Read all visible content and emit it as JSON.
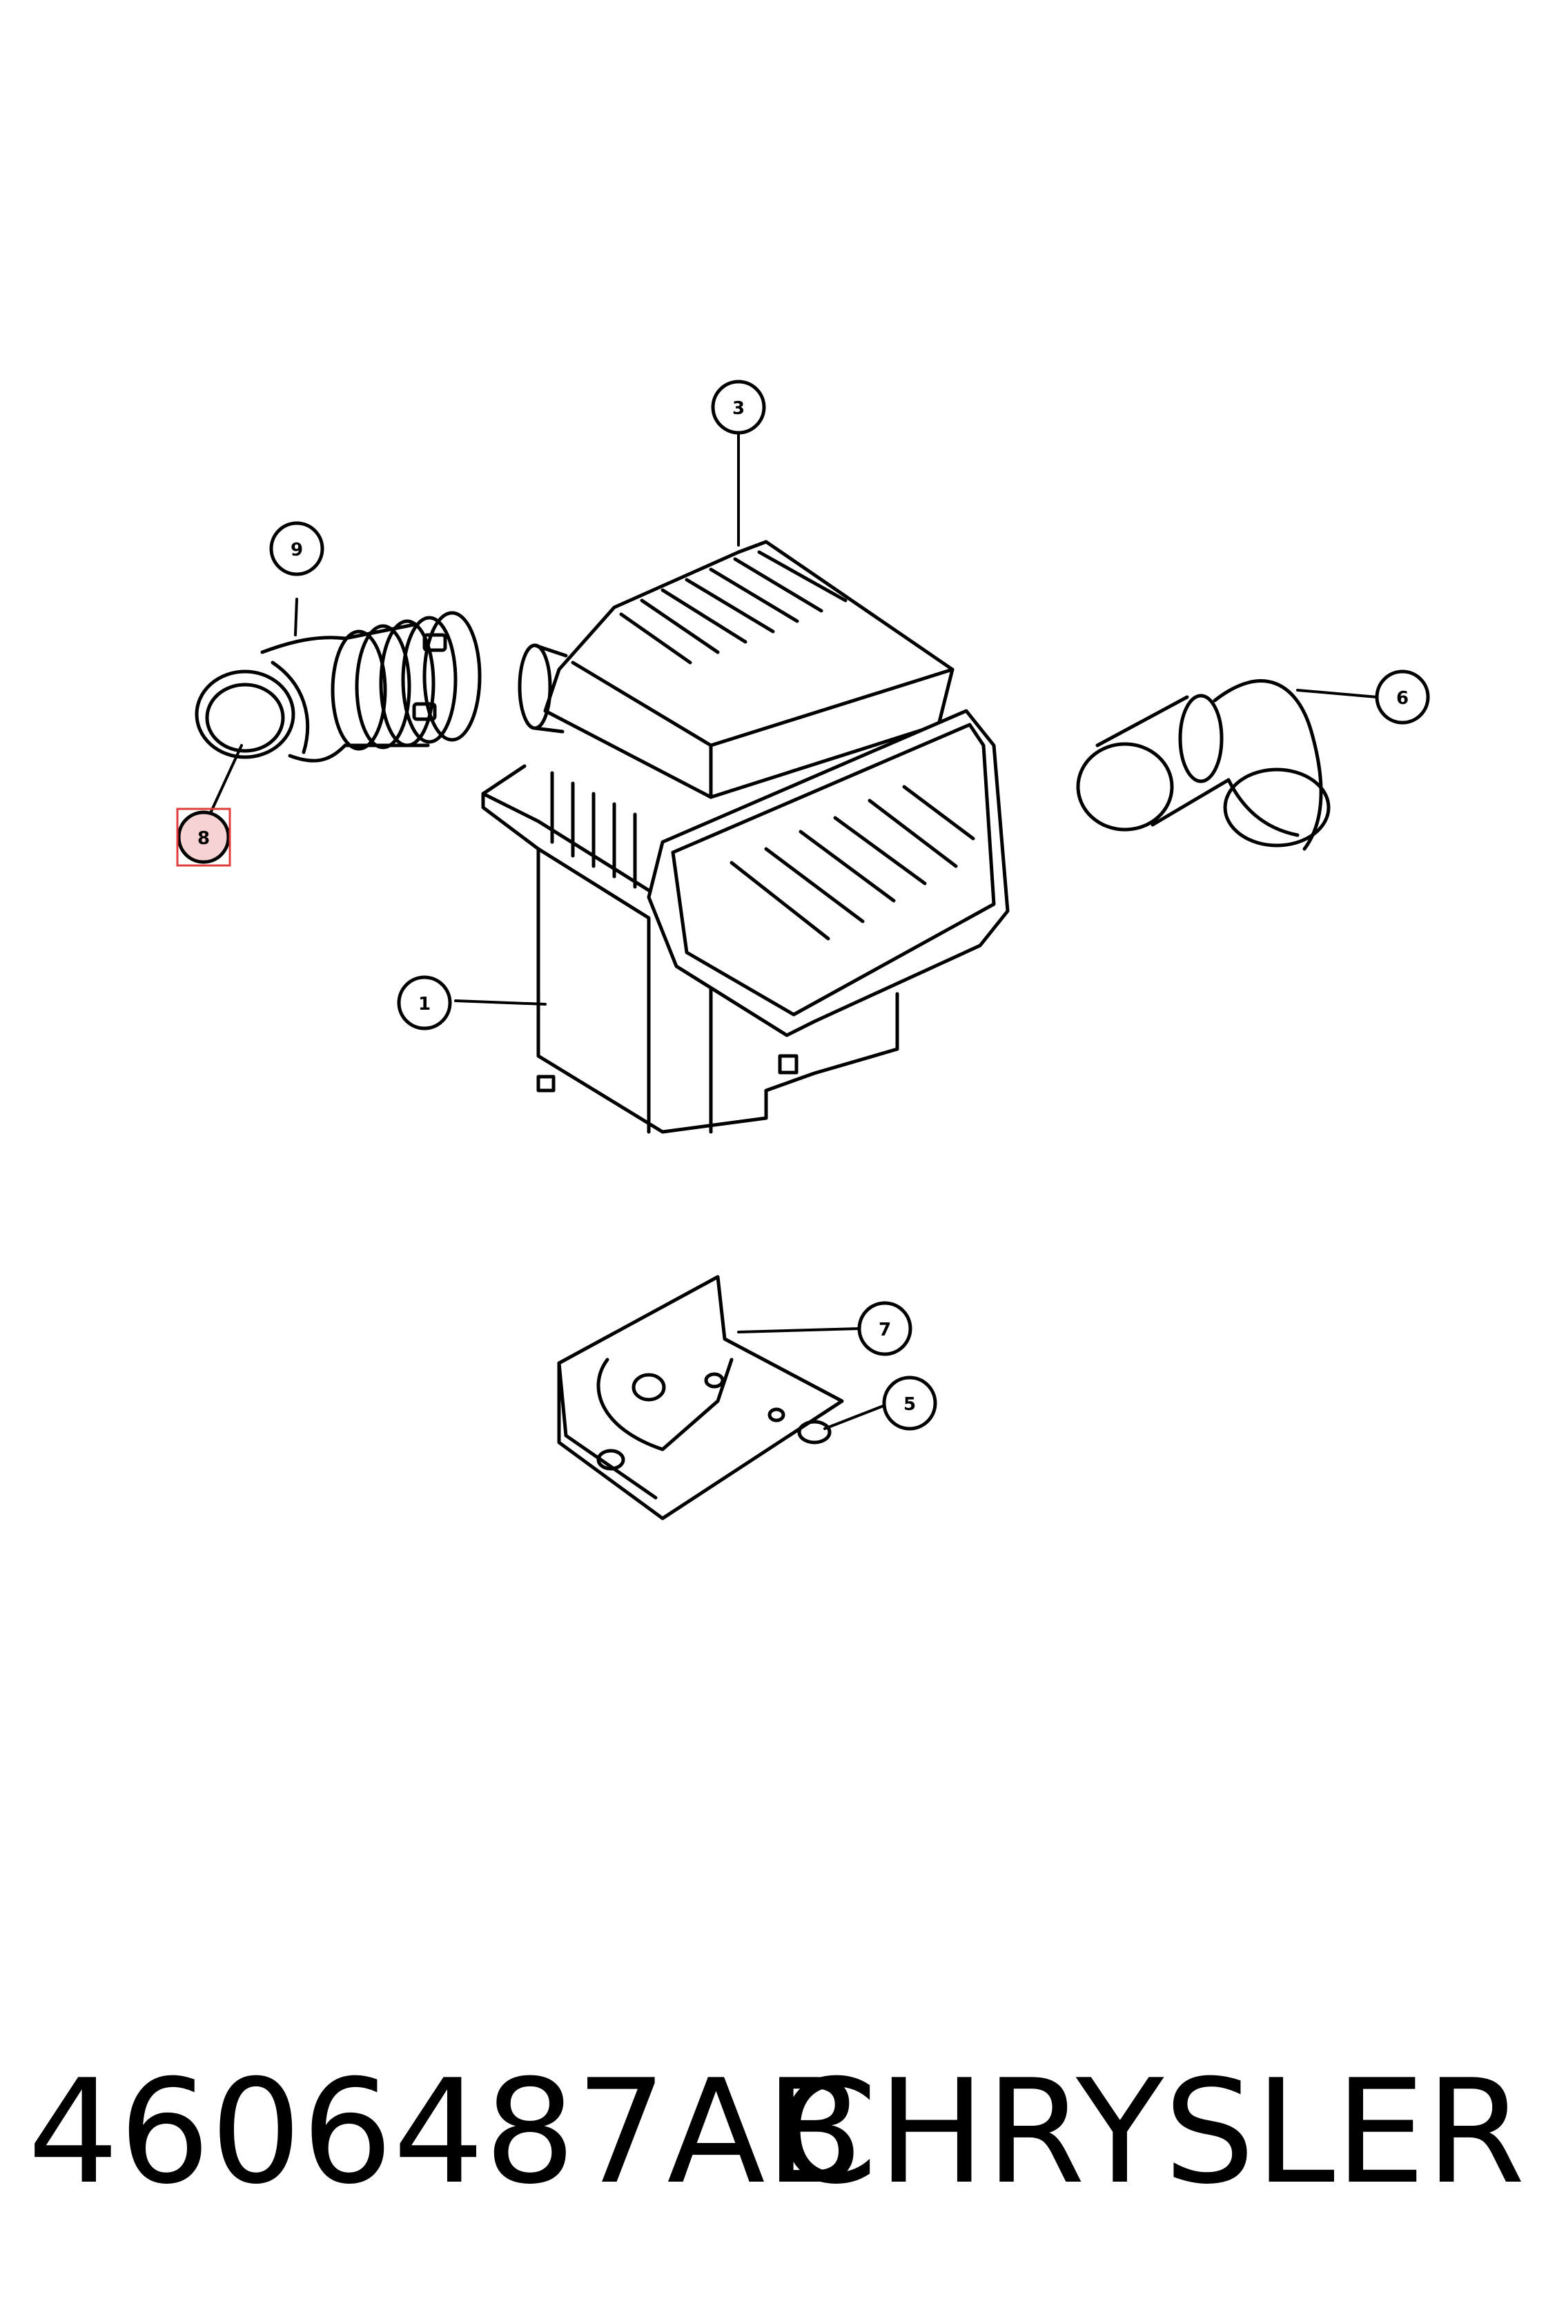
{
  "diagram": {
    "callouts": [
      {
        "id": "c1",
        "label": "1"
      },
      {
        "id": "c3",
        "label": "3"
      },
      {
        "id": "c5",
        "label": "5"
      },
      {
        "id": "c6",
        "label": "6"
      },
      {
        "id": "c7",
        "label": "7"
      },
      {
        "id": "c8",
        "label": "8",
        "highlighted": true
      },
      {
        "id": "c9",
        "label": "9"
      }
    ],
    "highlight_color": "#e03c3c"
  },
  "footer": {
    "part_number": "4606487AB",
    "brand": "CHRYSLER"
  }
}
